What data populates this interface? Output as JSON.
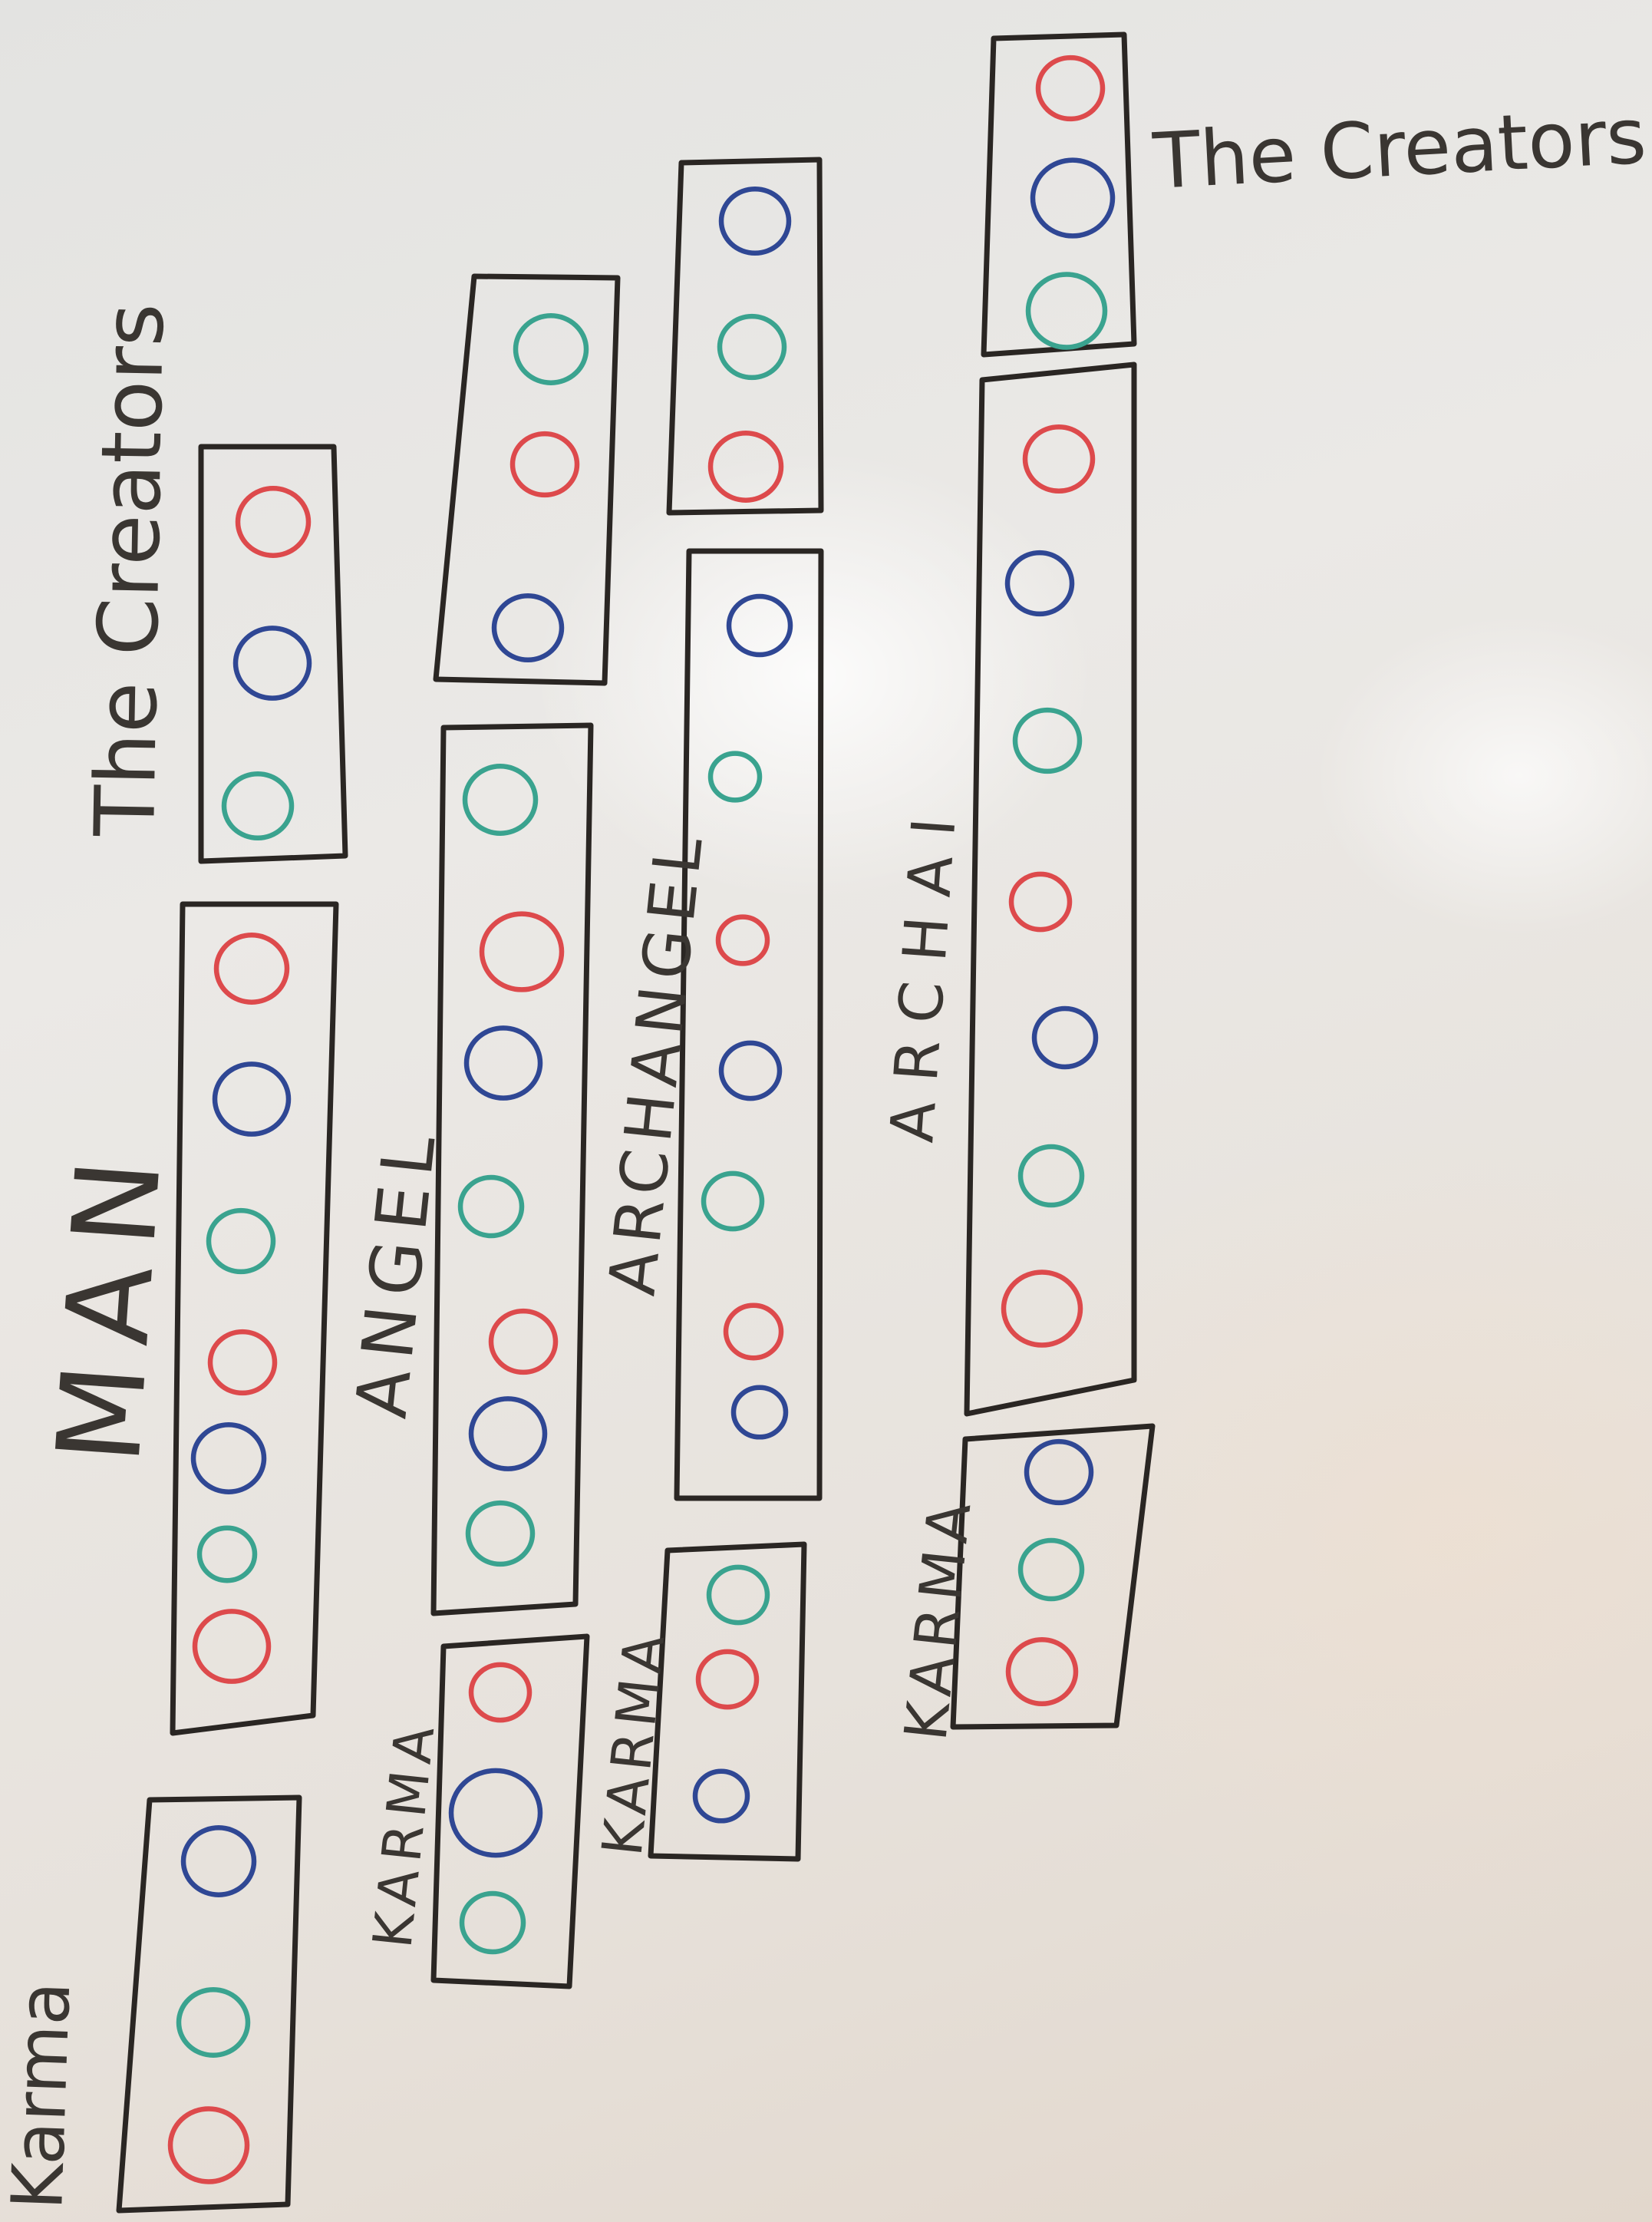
{
  "colors": {
    "red": "#dd4a4c",
    "blue": "#2f4794",
    "green": "#3aa38f",
    "ink": "#2a2623"
  },
  "labels": {
    "karma_1": "Karma",
    "karma_2": "KARMA",
    "karma_3": "KARMA",
    "karma_4": "KARMA",
    "man": "MAN",
    "angel": "ANGEL",
    "archangel": "ARCHANGEL",
    "archai": "ARCHAI",
    "the_creators_1": "The Creators",
    "the_creators_2": "The Creators"
  },
  "groups": [
    {
      "id": "man-karma",
      "circles": [
        "red",
        "green",
        "blue"
      ]
    },
    {
      "id": "man",
      "circles": [
        "red",
        "green",
        "blue",
        "red",
        "green",
        "blue",
        "red"
      ]
    },
    {
      "id": "man-creators",
      "circles": [
        "green",
        "blue",
        "red"
      ]
    },
    {
      "id": "angel-karma",
      "circles": [
        "green",
        "blue",
        "red"
      ]
    },
    {
      "id": "angel",
      "circles": [
        "green",
        "blue",
        "red",
        "green",
        "blue",
        "red",
        "green"
      ]
    },
    {
      "id": "angel-creators",
      "circles": [
        "blue",
        "red",
        "green"
      ]
    },
    {
      "id": "archangel-karma",
      "circles": [
        "blue",
        "red",
        "green"
      ]
    },
    {
      "id": "archangel",
      "circles": [
        "blue",
        "red",
        "green",
        "blue",
        "red",
        "green",
        "blue"
      ]
    },
    {
      "id": "archangel-creators",
      "circles": [
        "red",
        "green",
        "blue"
      ]
    },
    {
      "id": "archai-karma",
      "circles": [
        "red",
        "green",
        "blue"
      ]
    },
    {
      "id": "archai",
      "circles": [
        "red",
        "green",
        "blue",
        "red",
        "green",
        "blue",
        "red"
      ]
    },
    {
      "id": "archai-creators",
      "circles": [
        "green",
        "blue",
        "red"
      ]
    }
  ]
}
